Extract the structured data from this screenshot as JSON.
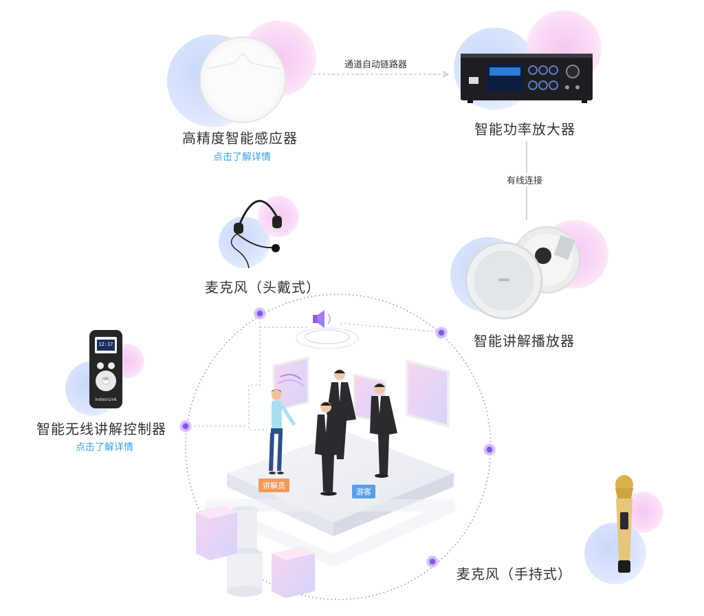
{
  "nodes": {
    "sensor": {
      "label": "高精度智能感应器",
      "link": "点击了解详情"
    },
    "amplifier": {
      "label": "智能功率放大器"
    },
    "headset_mic": {
      "label": "麦克风（头戴式）"
    },
    "player": {
      "label": "智能讲解播放器"
    },
    "controller": {
      "label": "智能无线讲解控制器",
      "link": "点击了解详情",
      "screen_time": "12:17",
      "brand": "IndoorLink",
      "ok_key": "OK"
    },
    "handheld_mic": {
      "label": "麦克风（手持式）"
    }
  },
  "connections": {
    "sensor_to_amp": "通道自动链路器",
    "amp_to_player": "有线连接"
  },
  "scene": {
    "guide_tag": "讲解员",
    "visitor_tag": "游客"
  },
  "colors": {
    "accent_blue": "#3a9ee8",
    "guide_tag": "#f39a55",
    "visitor_tag": "#5b9ee8",
    "dot_ring": "#a08ae8"
  }
}
